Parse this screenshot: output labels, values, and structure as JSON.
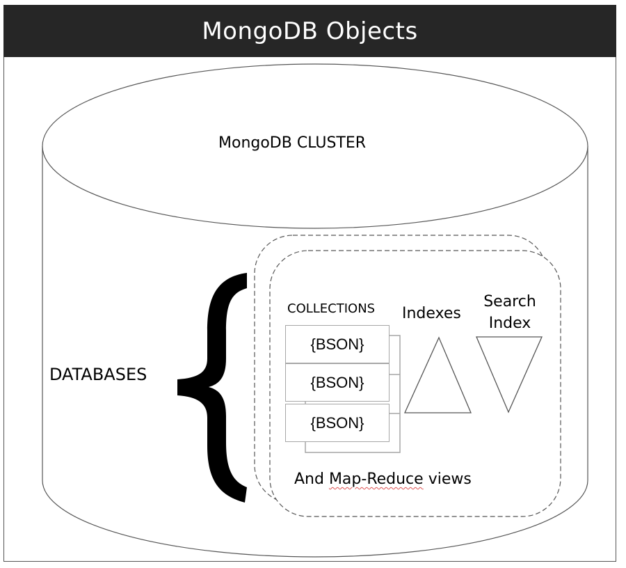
{
  "title": "MongoDB Objects",
  "cluster": {
    "label": "MongoDB CLUSTER"
  },
  "databases": {
    "label": "DATABASES"
  },
  "collections": {
    "label": "COLLECTIONS",
    "documents": [
      "{BSON}",
      "{BSON}",
      "{BSON}"
    ]
  },
  "indexes": {
    "label": "Indexes"
  },
  "search_index": {
    "label_line1": "Search",
    "label_line2": "Index"
  },
  "views": {
    "prefix": "And ",
    "underlined": "Map-Reduce",
    "suffix": " views"
  },
  "colors": {
    "title_bar": "#262626",
    "title_text": "#ffffff",
    "outline": "#555555",
    "box_border": "#a6a6a6",
    "spellcheck": "#e05050"
  }
}
